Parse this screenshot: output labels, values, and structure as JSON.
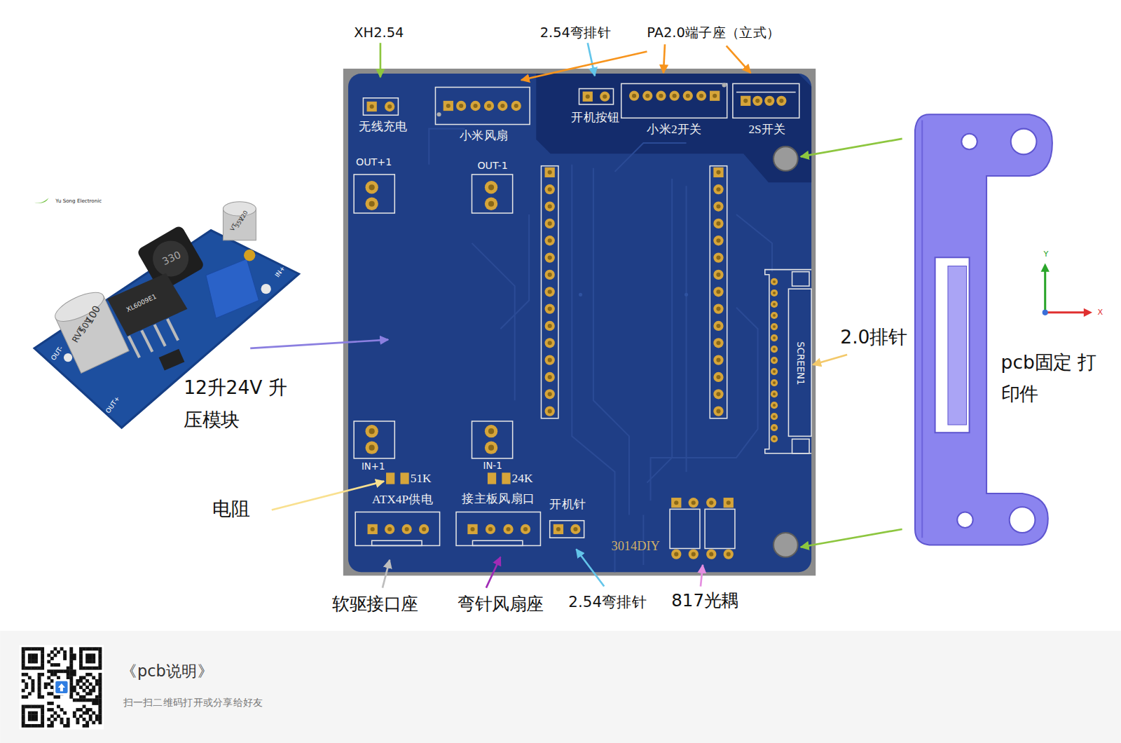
{
  "diagram": {
    "nodes": [
      {
        "text": [
          "无线充电",
          "小米风扇",
          "开机按钮",
          "小米2开关",
          "2S开关",
          "OUT+1",
          "OUT-1",
          "IN+1",
          "IN-1",
          "51K",
          "24K",
          "ATX4P供电",
          "接主板风扇口",
          "开机针",
          "3014DIY",
          "SCREEN1"
        ]
      },
      {
        "text": [
          "《pcb说明》",
          "扫一扫二维码打开或分享给好友"
        ]
      }
    ],
    "labels": [
      "XH2.54",
      "2.54弯排针",
      "PA2.0端子座（立式）",
      "12升24V 升压模块",
      "电阻",
      "2.0排针",
      "pcb固定 打印件",
      "软驱接口座",
      "弯针风扇座",
      "2.54弯排针",
      "817光耦",
      "Y",
      "X",
      "Yu Song Electronic",
      "330",
      "220",
      "35V",
      "VT",
      "100",
      "50V",
      "RVT",
      "XL6009E1",
      "IN+",
      "OUT+",
      "OUT-"
    ]
  }
}
